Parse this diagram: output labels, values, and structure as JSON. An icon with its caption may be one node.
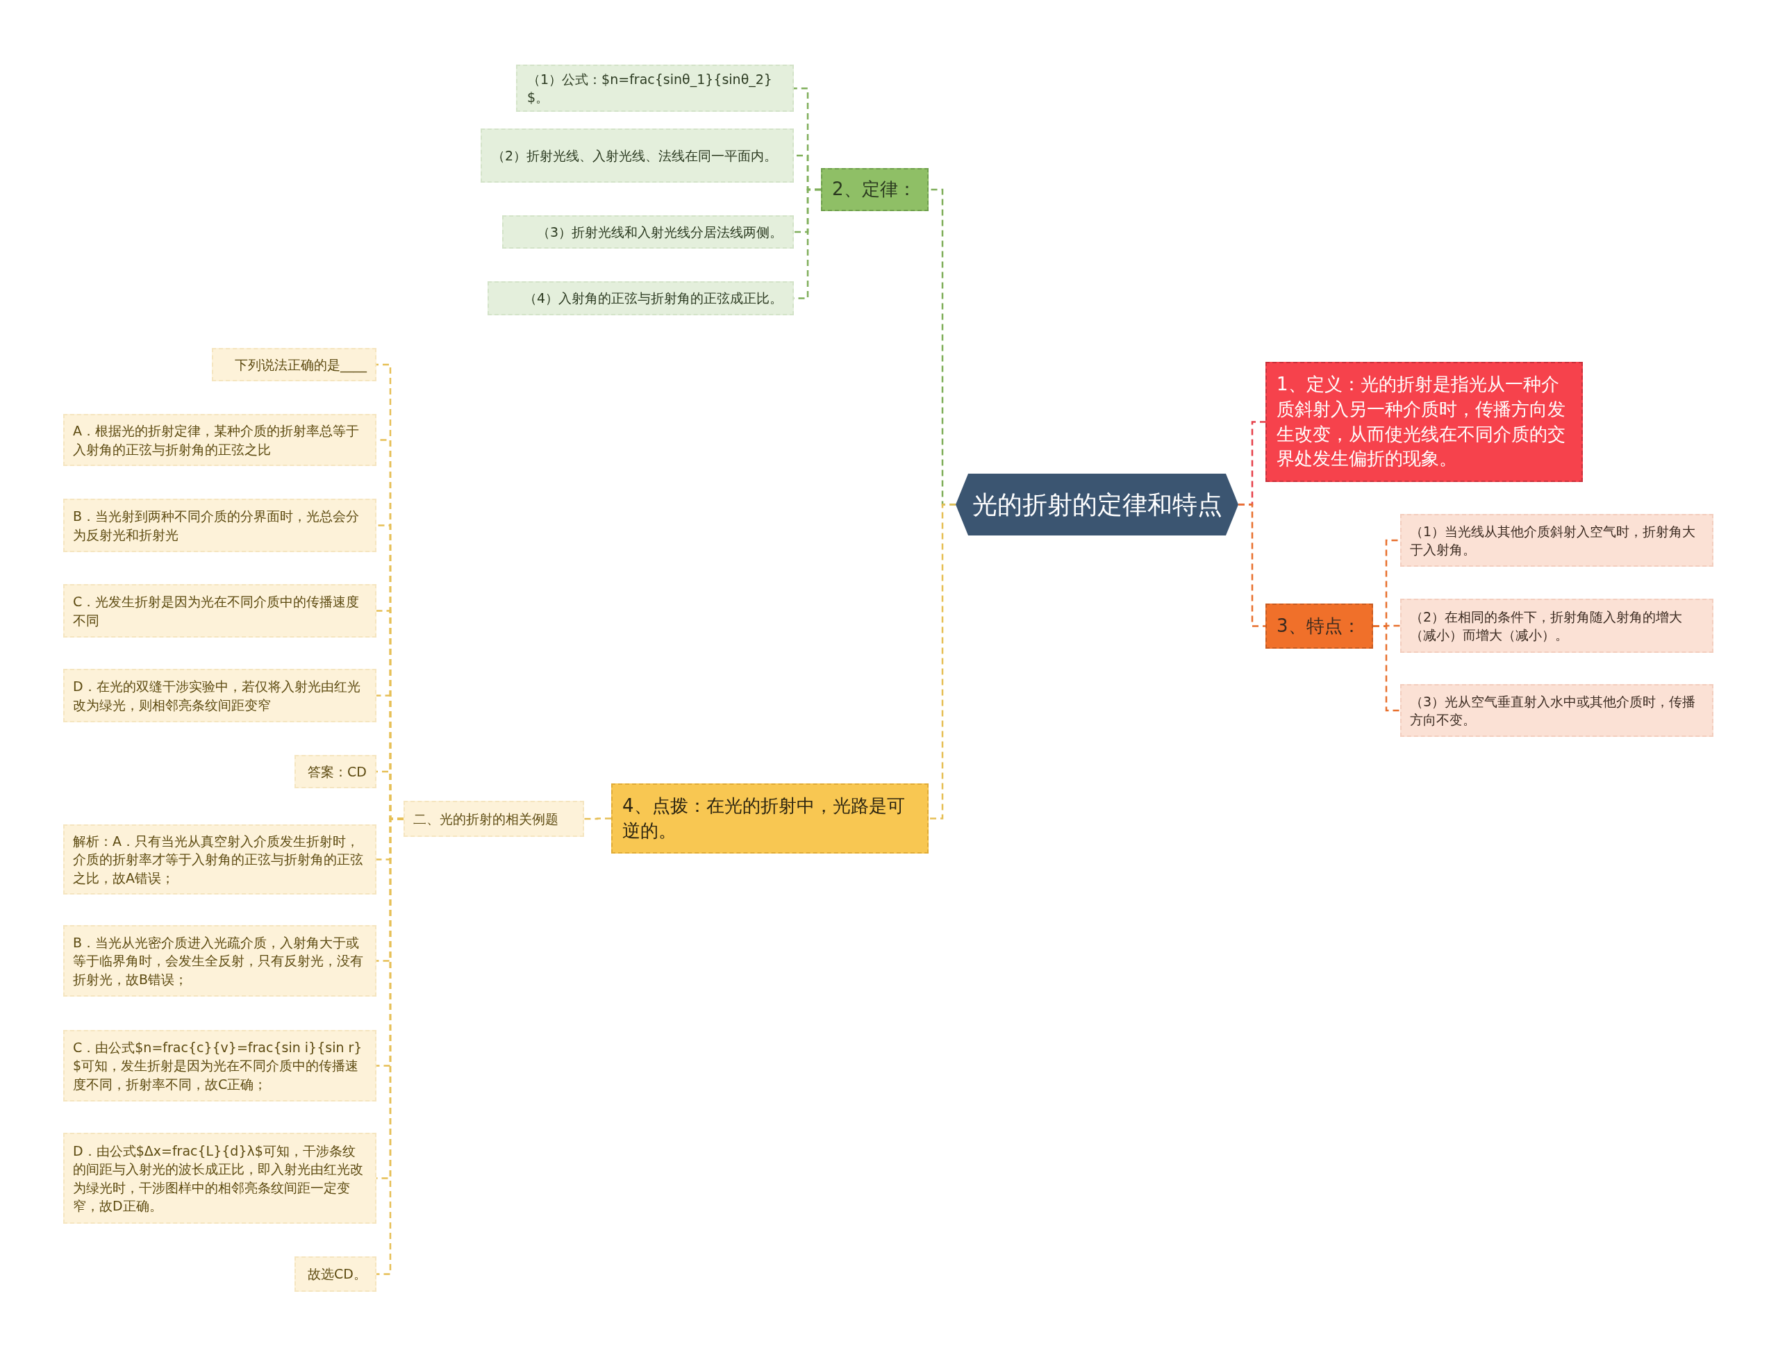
{
  "diagram": {
    "nodes": [
      {
        "text": [
          "光的折射的定律和特点"
        ]
      },
      {
        "text": [
          "1、定义：光的折射是指光从一种介质斜射入另一种介质时，传播方向发生改变，从而使光线在不同介质的交界处发生偏折的现象。"
        ]
      },
      {
        "text": [
          "3、特点："
        ]
      },
      {
        "text": [
          "（1）当光线从其他介质斜射入空气时，折射角大于入射角。"
        ]
      },
      {
        "text": [
          "（2）在相同的条件下，折射角随入射角的增大（减小）而增大（减小）。"
        ]
      },
      {
        "text": [
          "（3）光从空气垂直射入水中或其他介质时，传播方向不变。"
        ]
      },
      {
        "text": [
          "2、定律："
        ]
      },
      {
        "text": [
          "（1）公式：$n=frac{sinθ_1}{sinθ_2}$。"
        ]
      },
      {
        "text": [
          "（2）折射光线、入射光线、法线在同一平面内。"
        ]
      },
      {
        "text": [
          "（3）折射光线和入射光线分居法线两侧。"
        ]
      },
      {
        "text": [
          "（4）入射角的正弦与折射角的正弦成正比。"
        ]
      },
      {
        "text": [
          "4、点拨：在光的折射中，光路是可逆的。"
        ]
      },
      {
        "text": [
          "二、光的折射的相关例题"
        ]
      },
      {
        "text": [
          "下列说法正确的是____"
        ]
      },
      {
        "text": [
          "A．根据光的折射定律，某种介质的折射率总等于入射角的正弦与折射角的正弦之比"
        ]
      },
      {
        "text": [
          "B．当光射到两种不同介质的分界面时，光总会分为反射光和折射光"
        ]
      },
      {
        "text": [
          "C．光发生折射是因为光在不同介质中的传播速度不同"
        ]
      },
      {
        "text": [
          "D．在光的双缝干涉实验中，若仅将入射光由红光改为绿光，则相邻亮条纹间距变窄"
        ]
      },
      {
        "text": [
          "答案：CD"
        ]
      },
      {
        "text": [
          "解析：A．只有当光从真空射入介质发生折射时，介质的折射率才等于入射角的正弦与折射角的正弦之比，故A错误；"
        ]
      },
      {
        "text": [
          "B．当光从光密介质进入光疏介质，入射角大于或等于临界角时，会发生全反射，只有反射光，没有折射光，故B错误；"
        ]
      },
      {
        "text": [
          "C．由公式$n=frac{c}{v}=frac{sin i}{sin r}$可知，发生折射是因为光在不同介质中的传播速度不同，折射率不同，故C正确；"
        ]
      },
      {
        "text": [
          "D．由公式$Δx=frac{L}{d}λ$可知，干涉条纹的间距与入射光的波长成正比，即入射光由红光改为绿光时，干涉图样中的相邻亮条纹间距一定变窄，故D正确。"
        ]
      },
      {
        "text": [
          "故选CD。"
        ]
      }
    ],
    "edges": [
      {
        "from": 0,
        "to": 1,
        "arrow": "none",
        "style": "dashed",
        "color": "#e5404a"
      },
      {
        "from": 0,
        "to": 2,
        "arrow": "none",
        "style": "dashed",
        "color": "#e8702e"
      },
      {
        "from": 2,
        "to": 3,
        "arrow": "none",
        "style": "dashed",
        "color": "#e8702e"
      },
      {
        "from": 2,
        "to": 4,
        "arrow": "none",
        "style": "dashed",
        "color": "#e8702e"
      },
      {
        "from": 2,
        "to": 5,
        "arrow": "none",
        "style": "dashed",
        "color": "#e8702e"
      },
      {
        "from": 0,
        "to": 6,
        "arrow": "none",
        "style": "dashed",
        "color": "#7fae5a"
      },
      {
        "from": 6,
        "to": 7,
        "arrow": "none",
        "style": "dashed",
        "color": "#7fae5a"
      },
      {
        "from": 6,
        "to": 8,
        "arrow": "none",
        "style": "dashed",
        "color": "#7fae5a"
      },
      {
        "from": 6,
        "to": 9,
        "arrow": "none",
        "style": "dashed",
        "color": "#7fae5a"
      },
      {
        "from": 6,
        "to": 10,
        "arrow": "none",
        "style": "dashed",
        "color": "#7fae5a"
      },
      {
        "from": 0,
        "to": 11,
        "arrow": "none",
        "style": "dashed"
      },
      {
        "from": 11,
        "to": 12,
        "arrow": "none",
        "style": "dashed"
      },
      {
        "from": 12,
        "to": 13,
        "arrow": "none",
        "style": "dashed"
      },
      {
        "from": 12,
        "to": 14,
        "arrow": "none",
        "style": "dashed"
      },
      {
        "from": 12,
        "to": 15,
        "arrow": "none",
        "style": "dashed"
      },
      {
        "from": 12,
        "to": 16,
        "arrow": "none",
        "style": "dashed"
      },
      {
        "from": 12,
        "to": 17,
        "arrow": "none",
        "style": "dashed"
      },
      {
        "from": 12,
        "to": 18,
        "arrow": "none",
        "style": "dashed"
      },
      {
        "from": 12,
        "to": 19,
        "arrow": "none",
        "style": "dashed"
      },
      {
        "from": 12,
        "to": 20,
        "arrow": "none",
        "style": "dashed"
      },
      {
        "from": 12,
        "to": 21,
        "arrow": "none",
        "style": "dashed"
      },
      {
        "from": 12,
        "to": 22,
        "arrow": "none",
        "style": "dashed"
      },
      {
        "from": 12,
        "to": 23,
        "arrow": "none",
        "style": "dashed"
      }
    ]
  }
}
